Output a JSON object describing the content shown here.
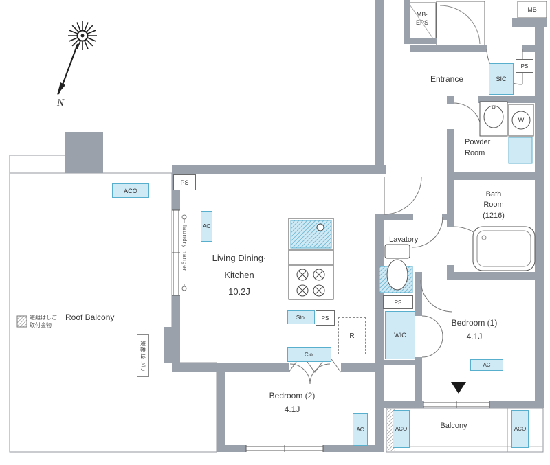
{
  "compass": {
    "north": "N"
  },
  "rooms": {
    "entrance": "Entrance",
    "powder_room": "Powder\nRoom",
    "bath_room": "Bath\nRoom\n(1216)",
    "lavatory": "Lavatory",
    "living_dining_kitchen": "Living Dining·\nKitchen\n10.2J",
    "bedroom1": "Bedroom (1)\n4.1J",
    "bedroom2": "Bedroom (2)\n4.1J",
    "roof_balcony": "Roof Balcony",
    "balcony": "Balcony"
  },
  "closets": {
    "sic": "SIC",
    "wic": "WIC",
    "storage": "Sto.",
    "closet": "Clo."
  },
  "equipment": {
    "mb": "MB",
    "mb_eps": "MB·\nEPS",
    "ps": "PS",
    "washer": "W",
    "refrigerator": "R",
    "ac": "AC",
    "aco": "ACO"
  },
  "annotations": {
    "laundry_hanger": "laundry hanger",
    "evacuation_ladder_bracket": "避難はしご\n取付金物",
    "evacuation_ladder": "避難はしご"
  },
  "colors": {
    "wall": "#9ba1aa",
    "fixture_fill": "#cfe9f5",
    "fixture_border": "#58aecd"
  }
}
